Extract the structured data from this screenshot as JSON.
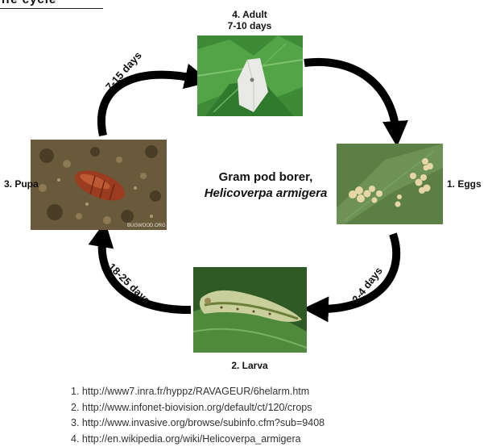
{
  "top_fragment": "ife cycle",
  "center_title": {
    "line1": "Gram pod borer,",
    "line2": "Helicoverpa armigera"
  },
  "stages": [
    {
      "label": "1. Eggs"
    },
    {
      "label": "2. Larva"
    },
    {
      "label": "3. Pupa"
    },
    {
      "label_line1": "4. Adult",
      "label_line2": "7-10 days"
    }
  ],
  "durations": {
    "eggs_to_larva": "2-4 days",
    "larva_to_pupa": "18-25 days",
    "pupa_to_adult": "7-15 days"
  },
  "photo_watermark": "BUGWOOD.ORG",
  "references": [
    "1. http://www7.inra.fr/hyppz/RAVAGEUR/6helarm.htm",
    "2. http://www.infonet-biovision.org/default/ct/120/crops",
    "3. http://www.invasive.org/browse/subinfo.cfm?sub=9408",
    "4. http://en.wikipedia.org/wiki/Helicoverpa_armigera"
  ]
}
